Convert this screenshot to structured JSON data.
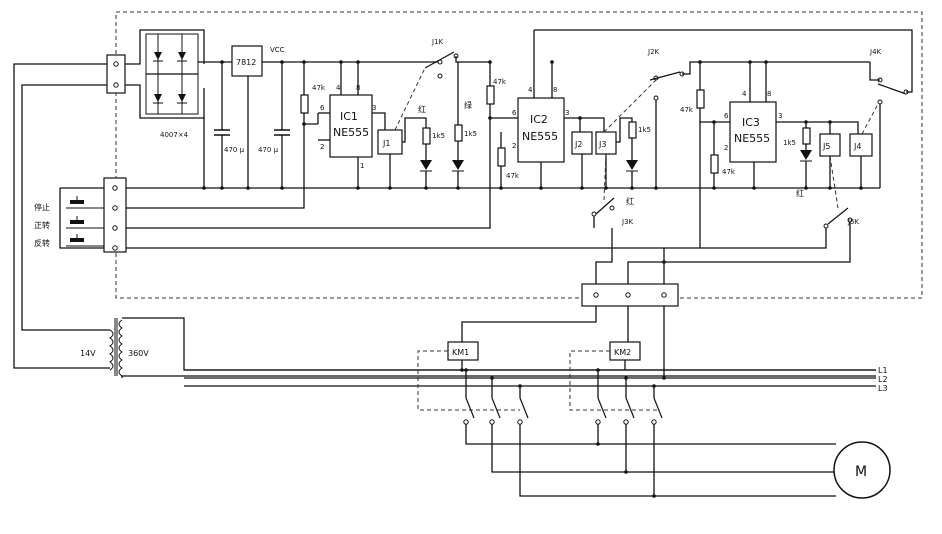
{
  "labels": {
    "bridge": "4007×4",
    "regulator": "7812",
    "vcc": "VCC",
    "cap1": "470 μ",
    "cap2": "470 μ",
    "ic1_name": "IC1",
    "ic2_name": "IC2",
    "ic3_name": "IC3",
    "ic_type": "NE555",
    "r_47k": "47k",
    "r_1k5": "1k5",
    "j1": "J1",
    "j2": "J2",
    "j3": "J3",
    "j4": "J4",
    "j5": "J5",
    "j1k": "J1K",
    "j2k": "J2K",
    "j3k": "J3K",
    "j4k": "J4K",
    "j5k": "J5K",
    "red": "红",
    "green": "绿",
    "stop": "停止",
    "forward": "正转",
    "reverse": "反转",
    "v14": "14V",
    "v360": "360V",
    "km1": "KM1",
    "km2": "KM2",
    "l1": "L1",
    "l2": "L2",
    "l3": "L3",
    "motor": "M",
    "pin1": "1",
    "pin2": "2",
    "pin3": "3",
    "pin4": "4",
    "pin6": "6",
    "pin8": "8"
  }
}
